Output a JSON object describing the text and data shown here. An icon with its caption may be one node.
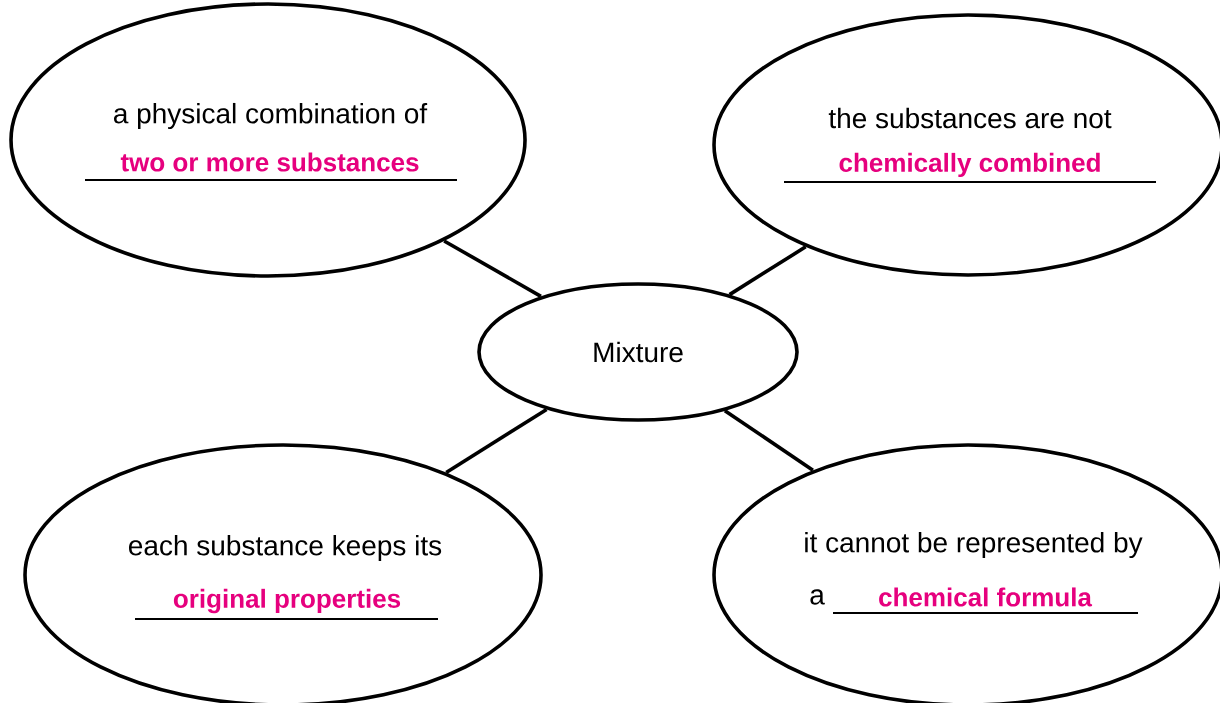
{
  "diagram": {
    "nodes": [
      {
        "text": [
          "a physical combination of",
          "two or more substances"
        ]
      },
      {
        "text": [
          "the substances are not",
          "chemically combined"
        ]
      },
      {
        "text": [
          "Mixture"
        ]
      },
      {
        "text": [
          "each substance keeps its",
          "original properties"
        ]
      },
      {
        "text": [
          "it cannot be represented by",
          "a",
          "chemical formula"
        ]
      }
    ],
    "edges": [
      {
        "from": 2,
        "to": 0,
        "arrow": "none"
      },
      {
        "from": 2,
        "to": 1,
        "arrow": "none"
      },
      {
        "from": 2,
        "to": 3,
        "arrow": "none"
      },
      {
        "from": 2,
        "to": 4,
        "arrow": "none"
      }
    ]
  }
}
